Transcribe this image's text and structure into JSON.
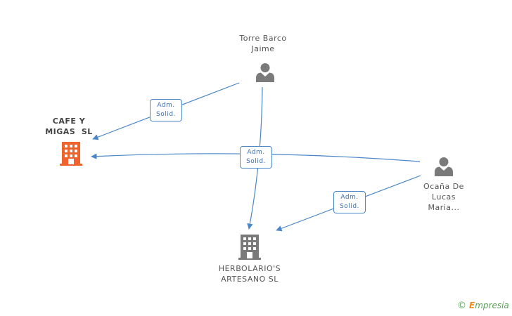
{
  "colors": {
    "edge": "#4a86c8",
    "person_icon": "#7a7a7a",
    "company_main": "#f0632c",
    "company_other": "#7a7a7a"
  },
  "nodes": {
    "person_torre": {
      "label_line1": "Torre Barco",
      "label_line2": "Jaime",
      "icon": "person-icon"
    },
    "person_ocana": {
      "label_line1": "Ocaña De",
      "label_line2": "Lucas",
      "label_line3": "Maria...",
      "icon": "person-icon"
    },
    "company_cafe": {
      "label_line1": "CAFE Y",
      "label_line2": "MIGAS  SL",
      "icon": "building-icon"
    },
    "company_herbolario": {
      "label_line1": "HERBOLARIO'S",
      "label_line2": "ARTESANO SL",
      "icon": "building-icon"
    }
  },
  "edges": [
    {
      "line1": "Adm.",
      "line2": "Solid."
    },
    {
      "line1": "Adm.",
      "line2": "Solid."
    },
    {
      "line1": "Adm.",
      "line2": "Solid."
    }
  ],
  "footer": {
    "copyright": "©",
    "brand_first": "E",
    "brand_rest": "mpresia"
  }
}
